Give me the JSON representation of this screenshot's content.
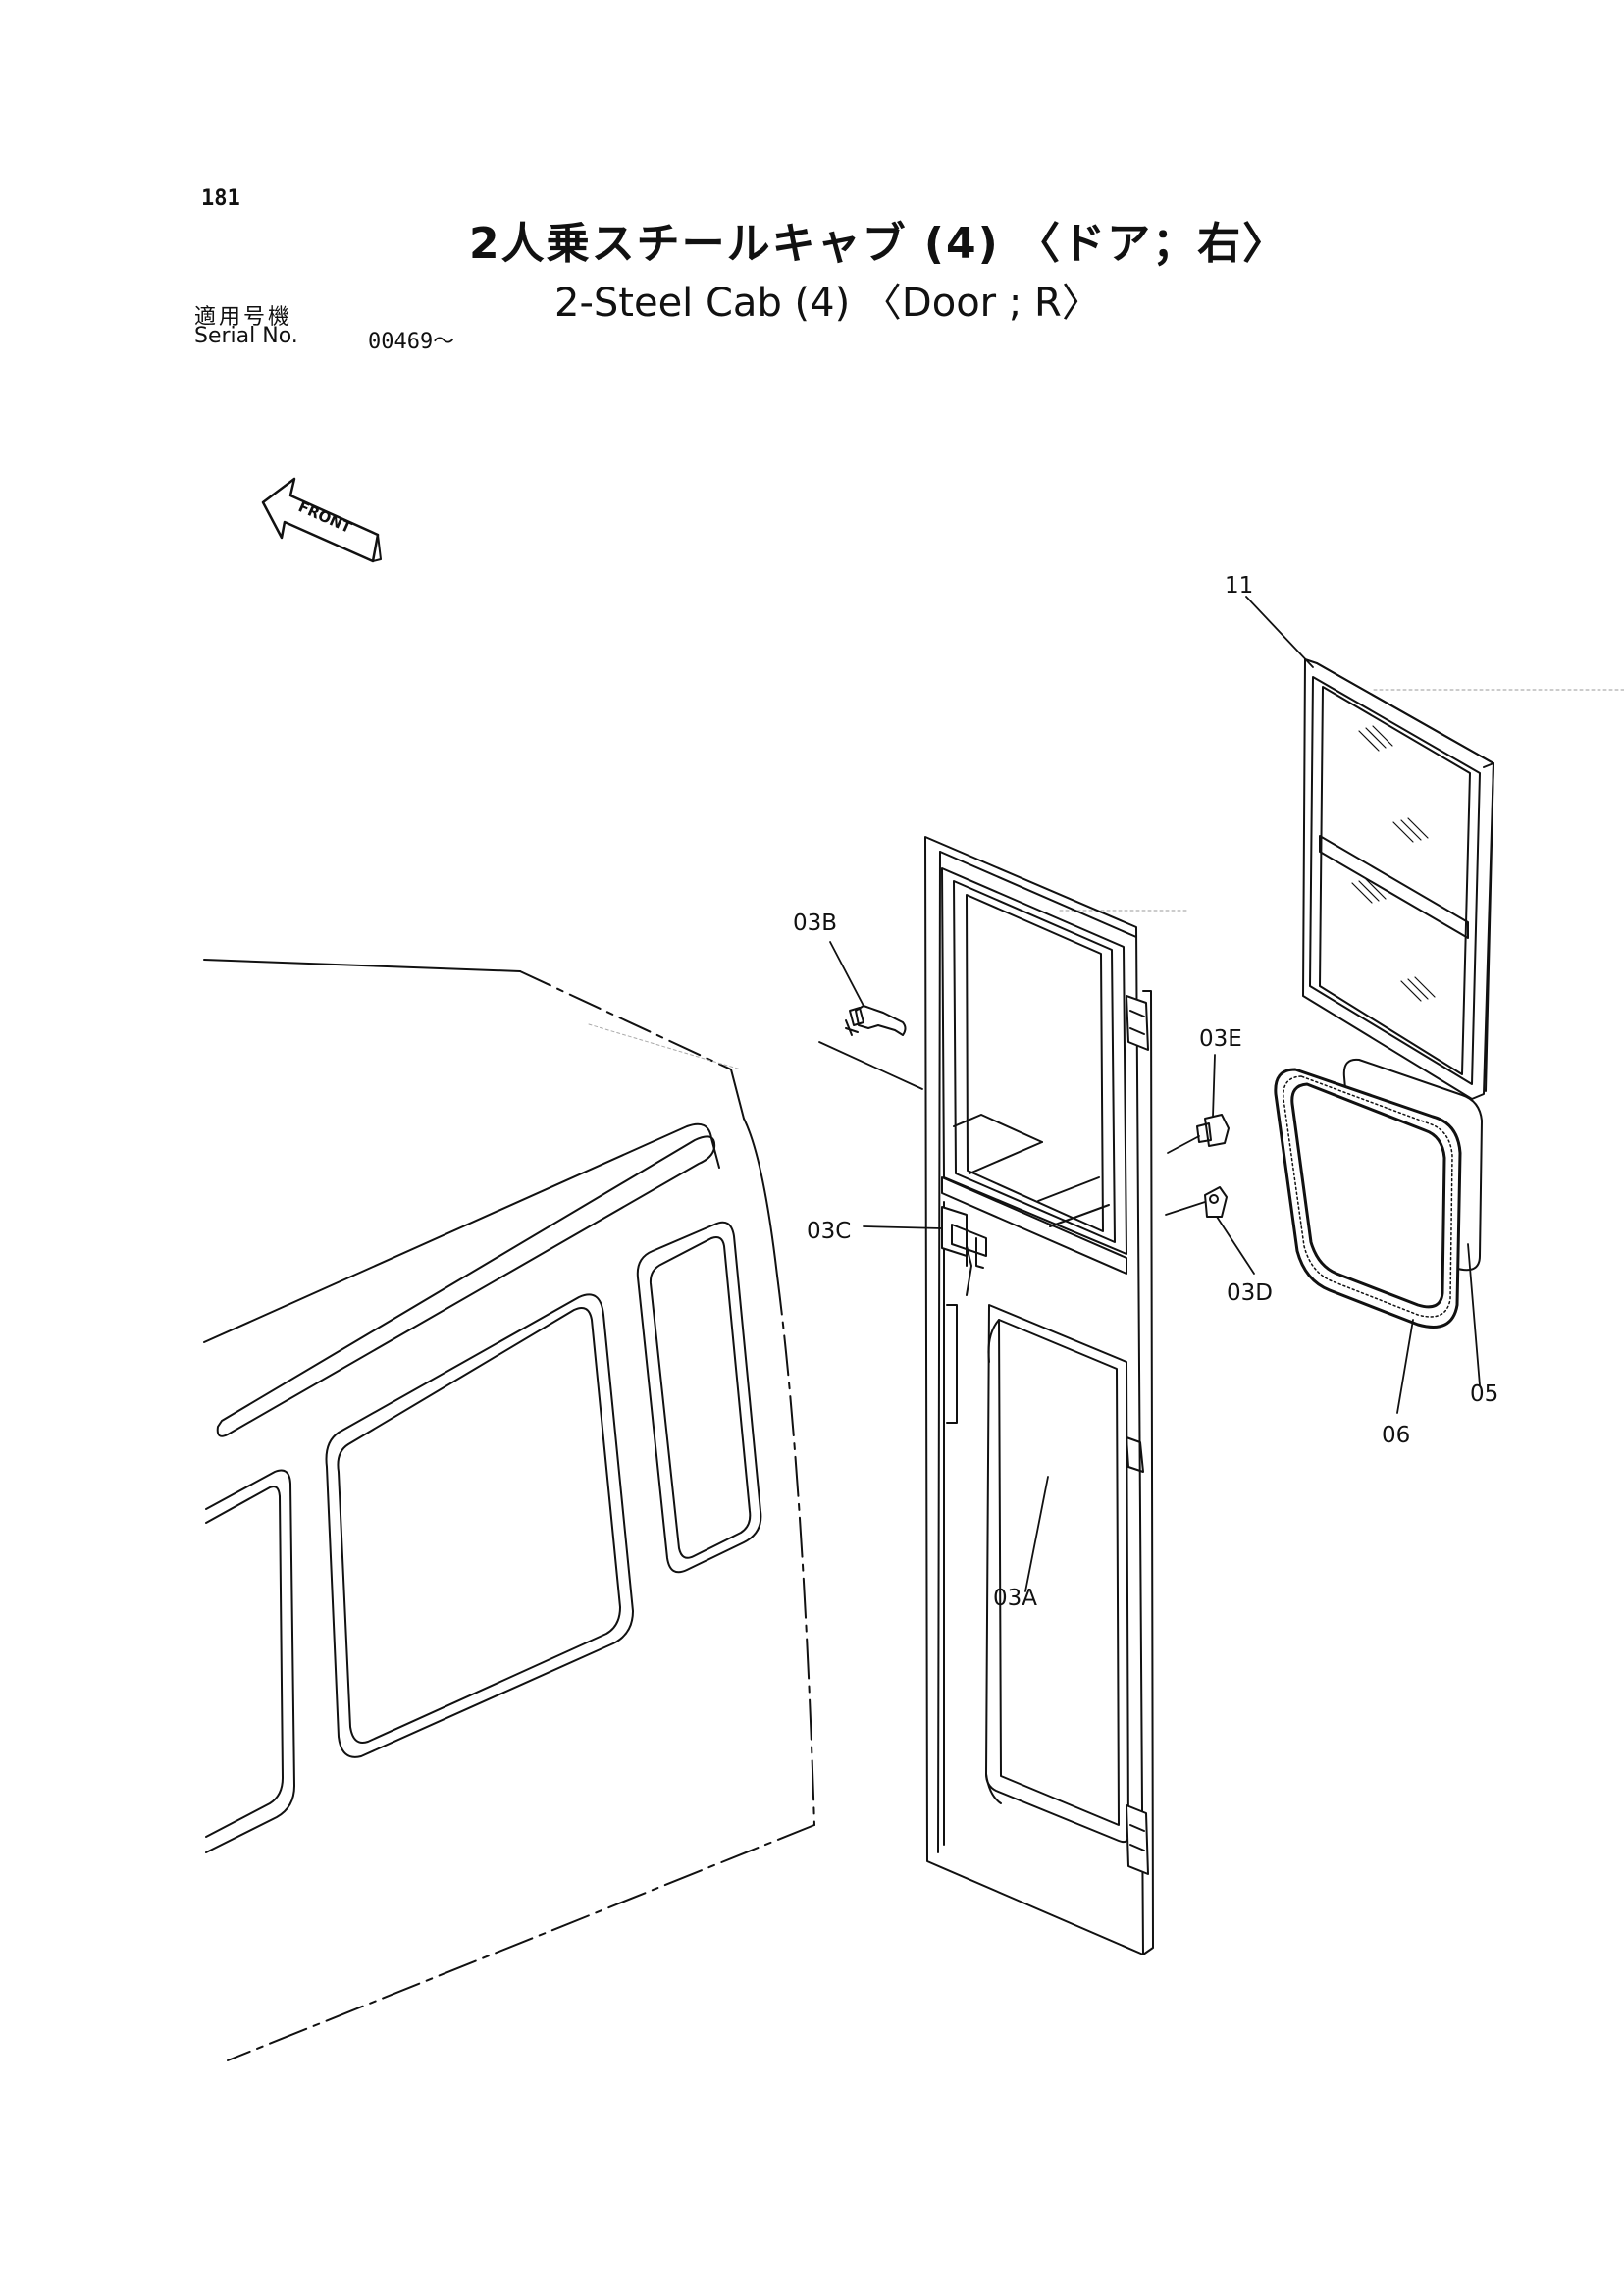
{
  "header": {
    "page_number": "181",
    "title_jp": "2人乗スチールキャブ (4) 〈ドア；右〉",
    "title_en": "2-Steel Cab (4) 〈Door ; R〉",
    "serial_label_jp": "適用号機",
    "serial_label_en": "Serial No.",
    "serial_value": "00469～"
  },
  "front_arrow": {
    "label": "FRONT"
  },
  "callouts": {
    "c11": "11",
    "c03b": "03B",
    "c03e": "03E",
    "c03c": "03C",
    "c03d": "03D",
    "c05": "05",
    "c06": "06",
    "c03a": "03A"
  }
}
